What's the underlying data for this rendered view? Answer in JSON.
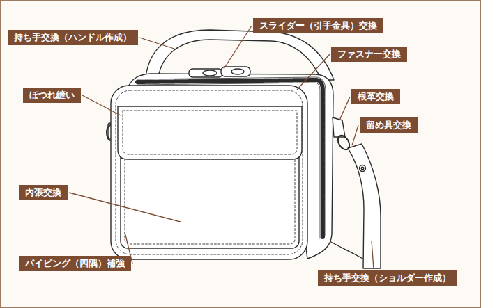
{
  "diagram": {
    "nodes": [
      {
        "text": [
          "持ち手交換（ハンドル作成）"
        ]
      },
      {
        "text": [
          "スライダー（引手金具）交換"
        ]
      },
      {
        "text": [
          "ファスナー交換"
        ]
      },
      {
        "text": [
          "ほつれ縫い"
        ]
      },
      {
        "text": [
          "根革交換"
        ]
      },
      {
        "text": [
          "留め具交換"
        ]
      },
      {
        "text": [
          "内張交換"
        ]
      },
      {
        "text": [
          "パイピング（四隅）補強"
        ]
      },
      {
        "text": [
          "持ち手交換（ショルダー作成）"
        ]
      }
    ]
  }
}
